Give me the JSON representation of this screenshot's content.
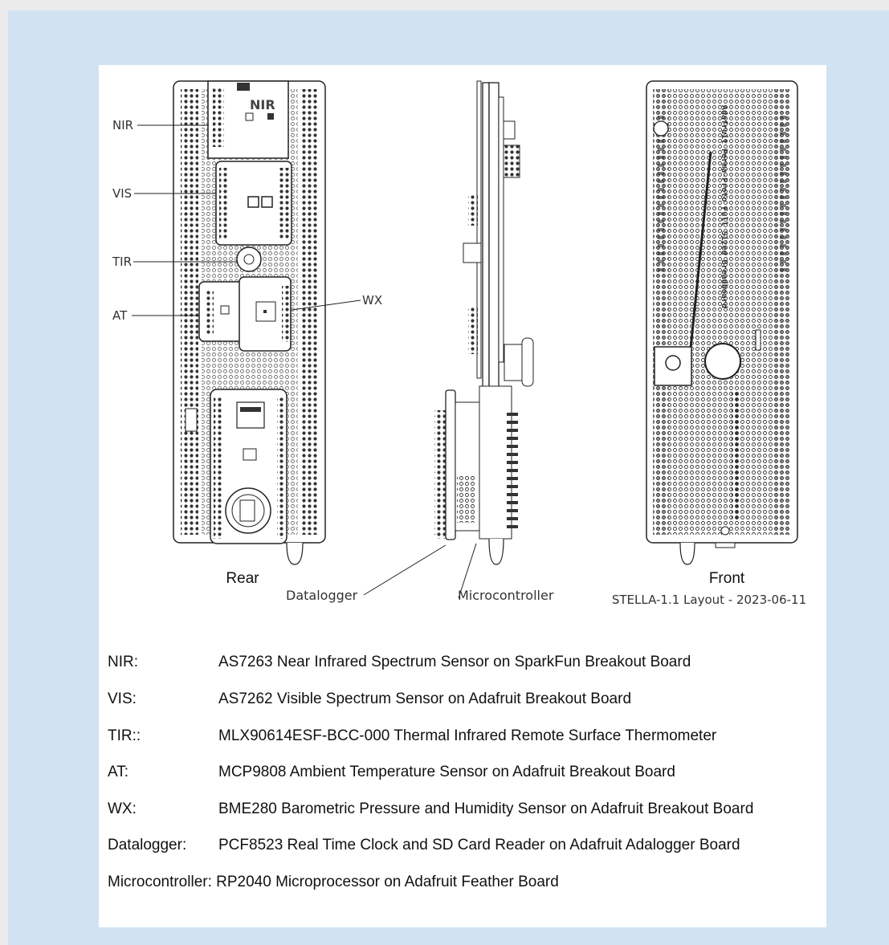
{
  "views": {
    "rear": "Rear",
    "front": "Front",
    "datalogger": "Datalogger",
    "microcontroller": "Microcontroller",
    "layout_caption": "STELLA-1.1 Layout - 2023-06-11"
  },
  "callouts": {
    "nir": "NIR",
    "vis": "VIS",
    "tir": "TIR",
    "at": "AT",
    "wx": "WX"
  },
  "board_text": {
    "nir_chip": "NIR",
    "front_silk": "Adafruit Perma-Proto Full Sized Breadboard"
  },
  "legend": [
    {
      "key": "NIR:",
      "desc": "AS7263 Near Infrared Spectrum Sensor on SparkFun Breakout Board"
    },
    {
      "key": "VIS:",
      "desc": "AS7262 Visible Spectrum Sensor on Adafruit Breakout Board"
    },
    {
      "key": "TIR::",
      "desc": "MLX90614ESF-BCC-000 Thermal Infrared Remote Surface Thermometer"
    },
    {
      "key": "AT:",
      "desc": "MCP9808 Ambient Temperature Sensor on Adafruit Breakout Board"
    },
    {
      "key": "WX:",
      "desc": "BME280 Barometric Pressure and Humidity Sensor on Adafruit Breakout Board"
    },
    {
      "key": "Datalogger:",
      "desc": "PCF8523 Real Time Clock and SD Card Reader on Adafruit Adalogger Board"
    },
    {
      "key": "Microcontroller:",
      "desc": "RP2040 Microprocessor on Adafruit Feather Board"
    }
  ]
}
